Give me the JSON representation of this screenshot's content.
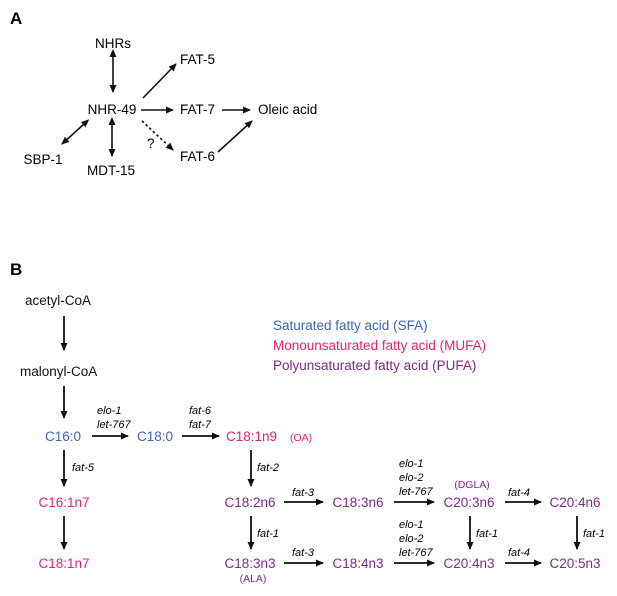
{
  "colors": {
    "black": "#111111",
    "sfa": "#3a67b8",
    "mufa": "#e0256f",
    "pufa": "#7b2b86"
  },
  "panel_a": {
    "label": "A",
    "nodes": {
      "nhrs": "NHRs",
      "nhr49": "NHR-49",
      "fat5": "FAT-5",
      "fat7": "FAT-7",
      "fat6": "FAT-6",
      "oleic": "Oleic acid",
      "sbp1": "SBP-1",
      "mdt15": "MDT-15"
    },
    "question": "?"
  },
  "panel_b": {
    "label": "B",
    "legend": {
      "sfa": "Saturated fatty acid (SFA)",
      "mufa": "Monounsaturated fatty acid (MUFA)",
      "pufa": "Polyunsaturated fatty acid (PUFA)"
    },
    "nodes": {
      "acetyl": "acetyl-CoA",
      "malonyl": "malonyl-CoA",
      "c160": "C16:0",
      "c180": "C18:0",
      "c181n9": "C18:1n9",
      "oa": "(OA)",
      "c161n7": "C16:1n7",
      "c181n7": "C18:1n7",
      "c182n6": "C18:2n6",
      "c183n6": "C18:3n6",
      "c203n6": "C20:3n6",
      "dgla": "(DGLA)",
      "c204n6": "C20:4n6",
      "c183n3": "C18:3n3",
      "ala": "(ALA)",
      "c184n3": "C18:4n3",
      "c204n3": "C20:4n3",
      "c205n3": "C20:5n3"
    },
    "enzymes": {
      "elo1": "elo-1",
      "let767": "let-767",
      "fat6": "fat-6",
      "fat7": "fat-7",
      "fat5": "fat-5",
      "fat2": "fat-2",
      "fat3_top": "fat-3",
      "elo1_b": "elo-1",
      "elo2_b": "elo-2",
      "let767_b": "let-767",
      "fat4_top": "fat-4",
      "fat1_left": "fat-1",
      "fat1_mid": "fat-1",
      "fat1_right": "fat-1",
      "fat3_bottom": "fat-3",
      "elo1_c": "elo-1",
      "elo2_c": "elo-2",
      "let767_c": "let-767",
      "fat4_bottom": "fat-4"
    }
  }
}
